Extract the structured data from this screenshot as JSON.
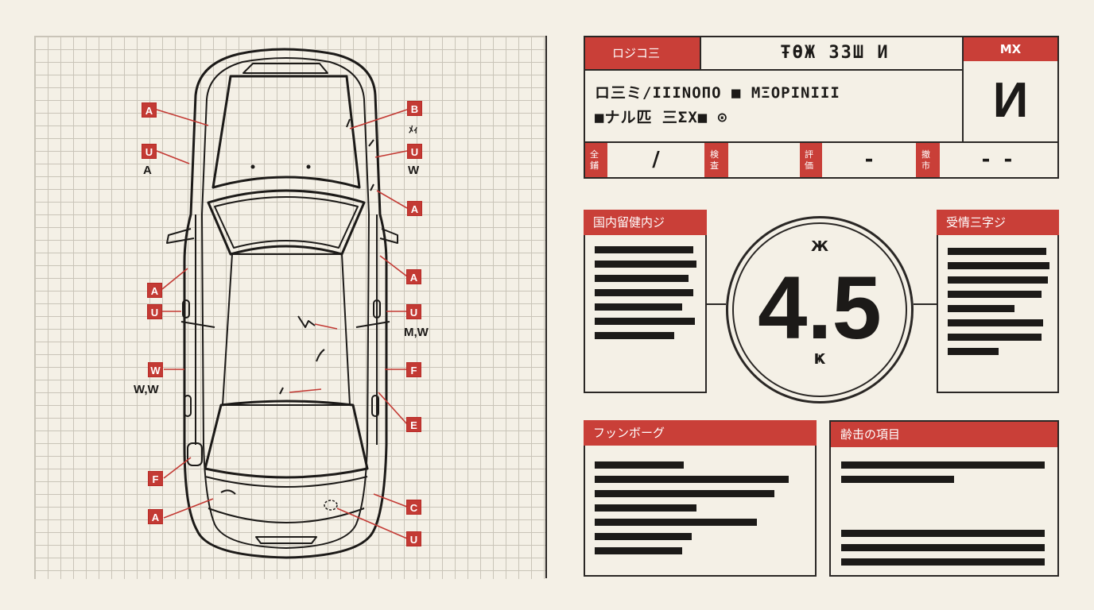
{
  "diagram": {
    "labels": [
      {
        "id": "a1",
        "letter": "A"
      },
      {
        "id": "u1",
        "letter": "U",
        "note": "A"
      },
      {
        "id": "a2",
        "letter": "A"
      },
      {
        "id": "u2",
        "letter": "U"
      },
      {
        "id": "w1",
        "letter": "W",
        "note": "W,W"
      },
      {
        "id": "f1",
        "letter": "F"
      },
      {
        "id": "a3",
        "letter": "A"
      },
      {
        "id": "b1",
        "letter": "B",
        "note": "ﾒｨ"
      },
      {
        "id": "u3",
        "letter": "U",
        "note": "W"
      },
      {
        "id": "a4",
        "letter": "A"
      },
      {
        "id": "a5",
        "letter": "A"
      },
      {
        "id": "u4",
        "letter": "U",
        "note": "M,W"
      },
      {
        "id": "f2",
        "letter": "F"
      },
      {
        "id": "e1",
        "letter": "E"
      },
      {
        "id": "c1",
        "letter": "C"
      },
      {
        "id": "u5",
        "letter": "U"
      }
    ]
  },
  "header_card": {
    "tab_label": "ロジコ三",
    "title_code": "ŦӨЖ ЗЗШ И",
    "line1": "ロ三ミ/ΙΙΙΝΟΠΟ ■ ΜΞΟΡΙΝΙΙΙ",
    "line2": "■ナル匹 三ΣΧ■ ⊙",
    "grade_tab": "ⅯⅩ",
    "grade_value": "И",
    "cells": [
      {
        "label": "全\n鋪",
        "value": "/"
      },
      {
        "label": "検\n査",
        "value": ""
      },
      {
        "label": "評\n価",
        "value": "-"
      },
      {
        "label": "撤\n市",
        "value": "- -"
      }
    ]
  },
  "rating": {
    "top_glyph": "Ж",
    "score": "4.5",
    "bottom_glyph": "Ҝ"
  },
  "panels": {
    "left": {
      "title": "国内留健内ジ"
    },
    "right": {
      "title": "受情三字ジ"
    },
    "bottom_left": {
      "title": "フッンボーグ"
    },
    "bottom_right": {
      "title": "齢击の項目"
    }
  },
  "colors": {
    "accent": "#c93f38",
    "ink": "#1c1a18",
    "paper": "#f4f0e6"
  }
}
